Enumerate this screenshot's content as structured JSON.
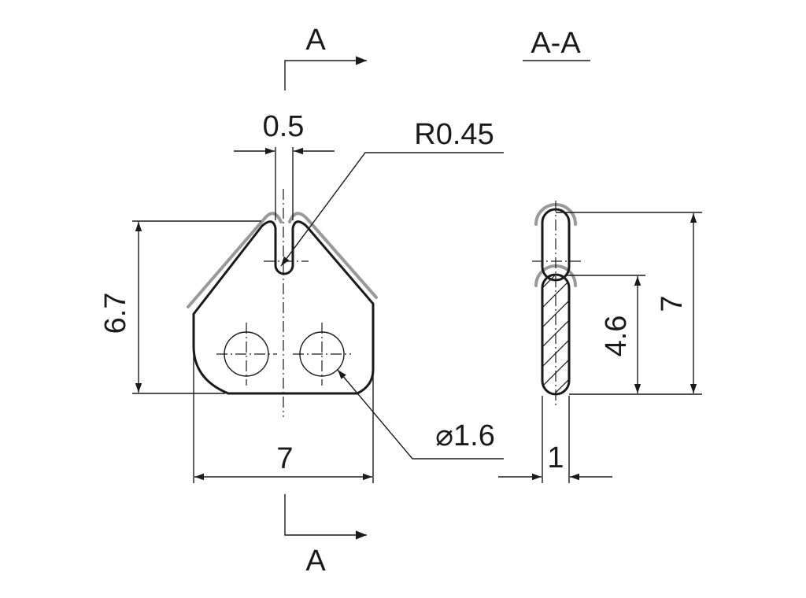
{
  "section": {
    "marker_top": "A",
    "marker_bottom": "A",
    "title": "A-A"
  },
  "dimensions": {
    "slot_width": "0.5",
    "slot_radius": "R0.45",
    "height": "6.7",
    "width": "7",
    "hole_diameter": "⌀1.6",
    "section_height": "7",
    "hatched_height": "4.6",
    "thickness": "1"
  },
  "colors": {
    "line": "#1a1a1a",
    "spring_outline": "#999999",
    "background": "#ffffff"
  }
}
